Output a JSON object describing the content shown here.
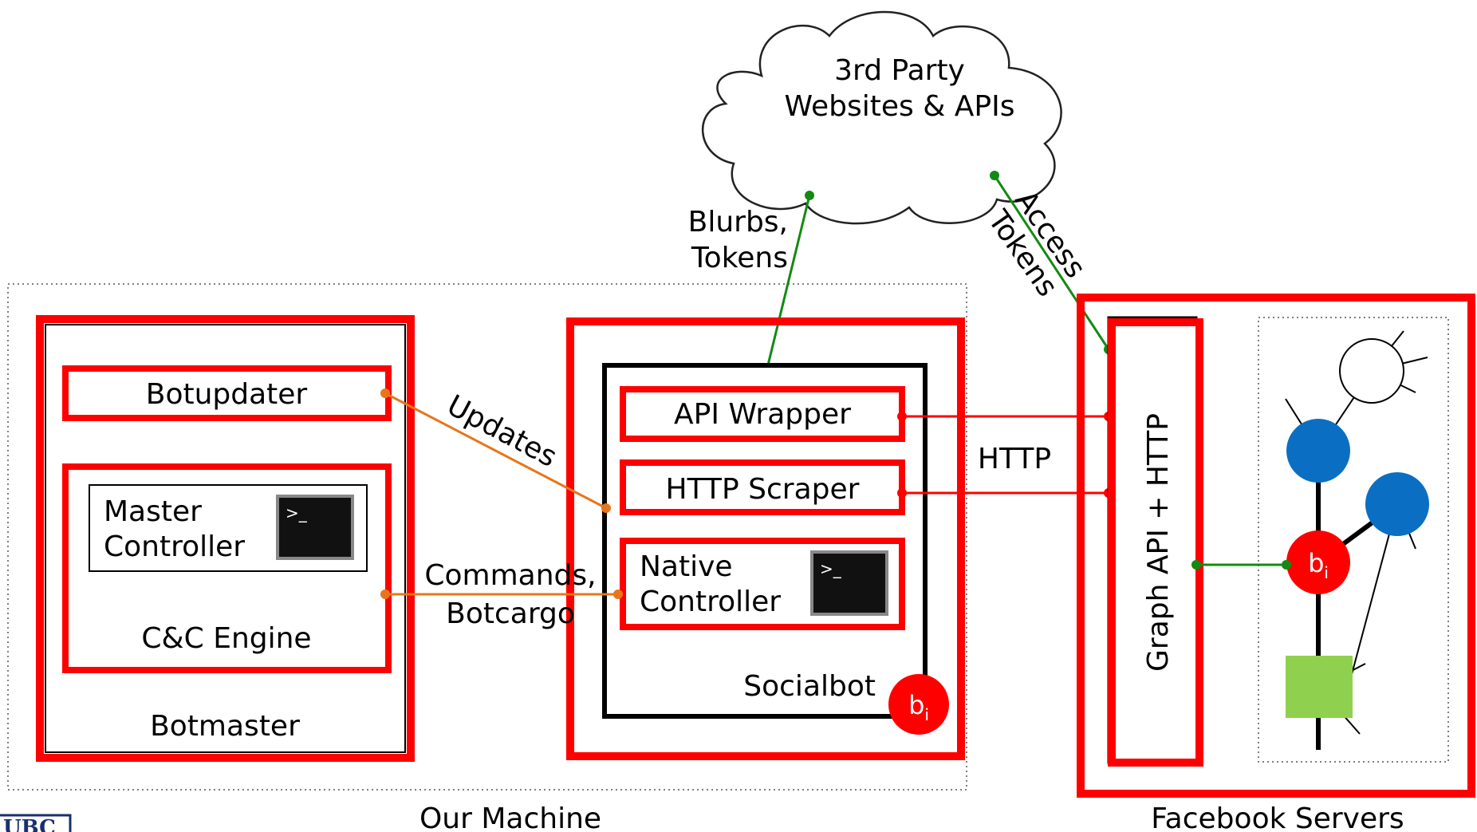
{
  "cloud": {
    "line1": "3rd Party",
    "line2": "Websites & APIs"
  },
  "edges": {
    "blurbs_line1": "Blurbs,",
    "blurbs_line2": "Tokens",
    "access_line1": "Access",
    "access_line2": "Tokens",
    "updates": "Updates",
    "commands_line1": "Commands,",
    "commands_line2": "Botcargo",
    "http": "HTTP"
  },
  "botmaster": {
    "label": "Botmaster",
    "botupdater": "Botupdater",
    "cc_engine": "C&C Engine",
    "master_line1": "Master",
    "master_line2": "Controller"
  },
  "socialbot": {
    "label": "Socialbot",
    "api_wrapper": "API Wrapper",
    "http_scraper": "HTTP Scraper",
    "native_line1": "Native",
    "native_line2": "Controller",
    "badge_base": "b",
    "badge_sub": "i"
  },
  "facebook": {
    "graph_api": "Graph API + HTTP",
    "node_base": "b",
    "node_sub": "i"
  },
  "our_machine": "Our Machine",
  "facebook_servers": "Facebook Servers",
  "logo_text": "UBC",
  "colors": {
    "red": "#ff0000",
    "orange": "#e8751a",
    "green": "#138a13",
    "blue": "#0a6fc2",
    "lime": "#8fd14f",
    "terminal": "#111111"
  }
}
